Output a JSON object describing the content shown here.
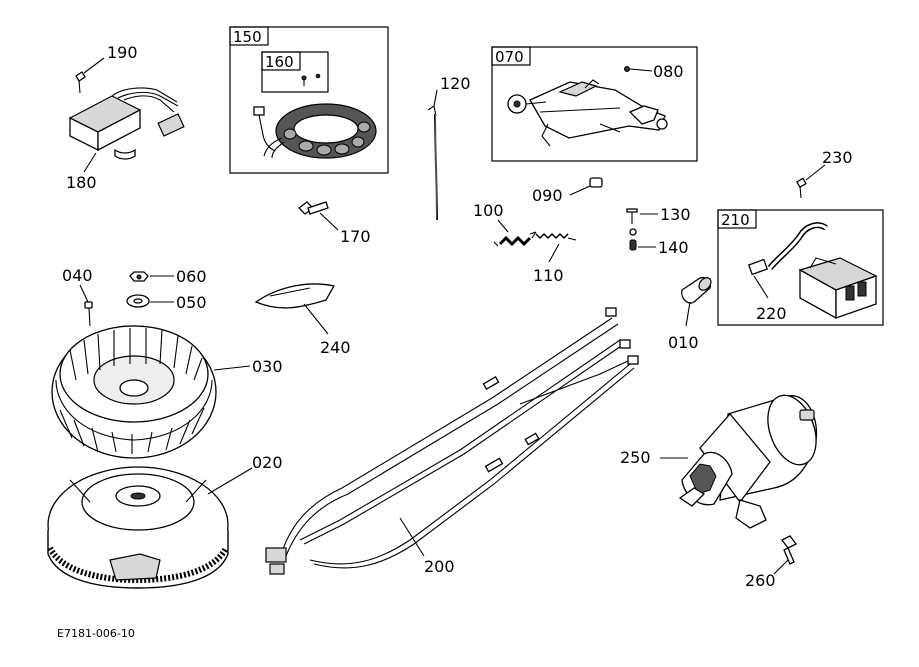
{
  "parts": {
    "p010": "010",
    "p020": "020",
    "p030": "030",
    "p040": "040",
    "p050": "050",
    "p060": "060",
    "p070": "070",
    "p080": "080",
    "p090": "090",
    "p100": "100",
    "p110": "110",
    "p120": "120",
    "p130": "130",
    "p140": "140",
    "p150": "150",
    "p160": "160",
    "p170": "170",
    "p180": "180",
    "p190": "190",
    "p200": "200",
    "p210": "210",
    "p220": "220",
    "p230": "230",
    "p240": "240",
    "p250": "250",
    "p260": "260"
  },
  "figure_code": "E7181-006-10"
}
